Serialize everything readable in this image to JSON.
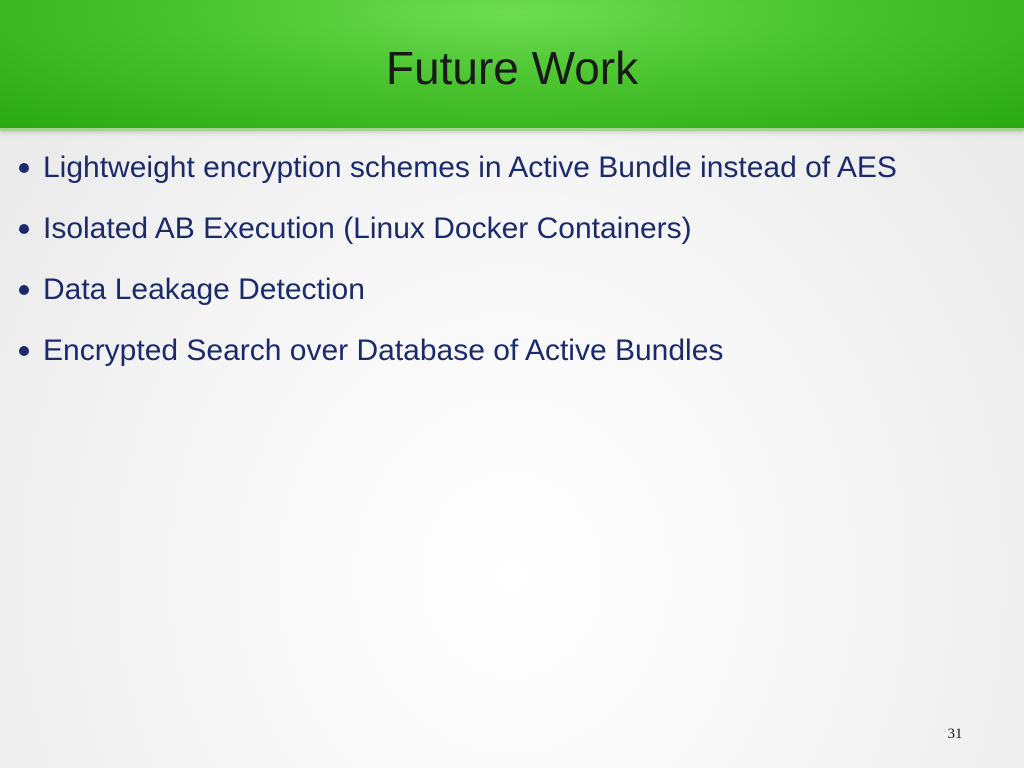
{
  "slide": {
    "title": "Future Work",
    "bullets": [
      "Lightweight encryption schemes in Active Bundle instead of AES",
      "Isolated AB Execution (Linux Docker Containers)",
      "Data Leakage Detection",
      "Encrypted Search over Database of Active Bundles"
    ],
    "page_number": "31"
  },
  "colors": {
    "header_green": "#4cc631",
    "title_text": "#1a1a1a",
    "bullet_text": "#1b2a6b"
  },
  "icons": {
    "bullet": "bullet-dot-icon"
  }
}
